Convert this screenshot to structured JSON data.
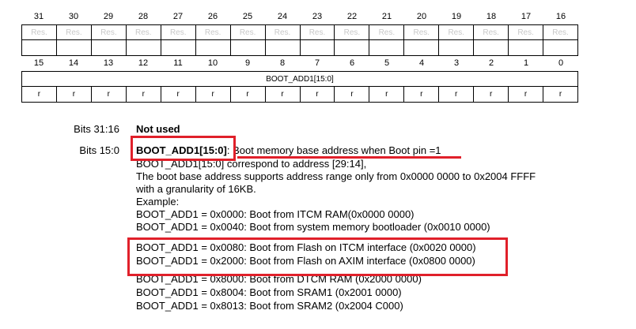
{
  "register": {
    "upper_bits": [
      "31",
      "30",
      "29",
      "28",
      "27",
      "26",
      "25",
      "24",
      "23",
      "22",
      "21",
      "20",
      "19",
      "18",
      "17",
      "16"
    ],
    "upper_fields": [
      "Res.",
      "Res.",
      "Res.",
      "Res.",
      "Res.",
      "Res.",
      "Res.",
      "Res.",
      "Res.",
      "Res.",
      "Res.",
      "Res.",
      "Res.",
      "Res.",
      "Res.",
      "Res."
    ],
    "lower_bits": [
      "15",
      "14",
      "13",
      "12",
      "11",
      "10",
      "9",
      "8",
      "7",
      "6",
      "5",
      "4",
      "3",
      "2",
      "1",
      "0"
    ],
    "lower_field_name": "BOOT_ADD1[15:0]",
    "lower_access": [
      "r",
      "r",
      "r",
      "r",
      "r",
      "r",
      "r",
      "r",
      "r",
      "r",
      "r",
      "r",
      "r",
      "r",
      "r",
      "r"
    ]
  },
  "description": {
    "bits_31_16": {
      "label": "Bits 31:16",
      "title": "Not used"
    },
    "bits_15_0": {
      "label": "Bits 15:0",
      "field": "BOOT_ADD1[15:0]",
      "colon": ":",
      "title": "Boot memory base address when Boot pin =1",
      "lines": [
        "BOOT_ADD1[15:0] correspond to address [29:14],",
        "The boot base address supports address range only from 0x0000 0000 to 0x2004 FFFF",
        "with a granularity of 16KB.",
        "Example:",
        "BOOT_ADD1 = 0x0000: Boot from ITCM RAM(0x0000 0000)",
        "BOOT_ADD1 = 0x0040: Boot from system memory bootloader (0x0010 0000)",
        "BOOT_ADD1 = 0x0080: Boot from Flash on ITCM interface (0x0020 0000)",
        "BOOT_ADD1 = 0x2000: Boot from Flash on AXIM interface (0x0800 0000)",
        "BOOT_ADD1 = 0x8000: Boot from DTCM RAM (0x2000 0000)",
        "BOOT_ADD1 = 0x8004: Boot from SRAM1 (0x2001 0000)",
        "BOOT_ADD1 = 0x8013: Boot from SRAM2 (0x2004 C000)"
      ]
    }
  },
  "annotations": {
    "highlight_color": "#e0202a"
  }
}
